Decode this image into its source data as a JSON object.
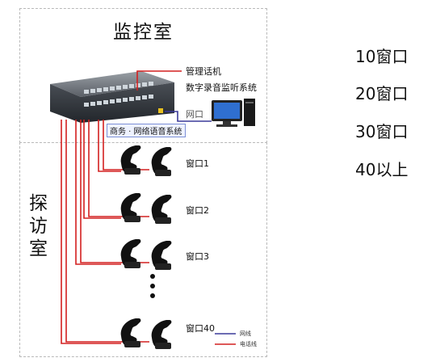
{
  "monitor_room": {
    "title": "监控室"
  },
  "visit_room": {
    "title_chars": [
      "探",
      "访",
      "室"
    ]
  },
  "labels": {
    "mgmt_phone": "管理话机",
    "recorder_system": "数字录音监听系统",
    "net_port": "网口",
    "switch_caption": "商务 · 网络语音系统"
  },
  "windows": [
    {
      "label": "窗口1"
    },
    {
      "label": "窗口2"
    },
    {
      "label": "窗口3"
    },
    {
      "label": "窗口40"
    }
  ],
  "legend": [
    {
      "label": "网线",
      "color": "#3b3b9a"
    },
    {
      "label": "电话线",
      "color": "#d42020"
    }
  ],
  "options": [
    "10窗口",
    "20窗口",
    "30窗口",
    "40以上"
  ],
  "colors": {
    "phone_line": "#d42020",
    "network_line": "#3b3b9a"
  }
}
